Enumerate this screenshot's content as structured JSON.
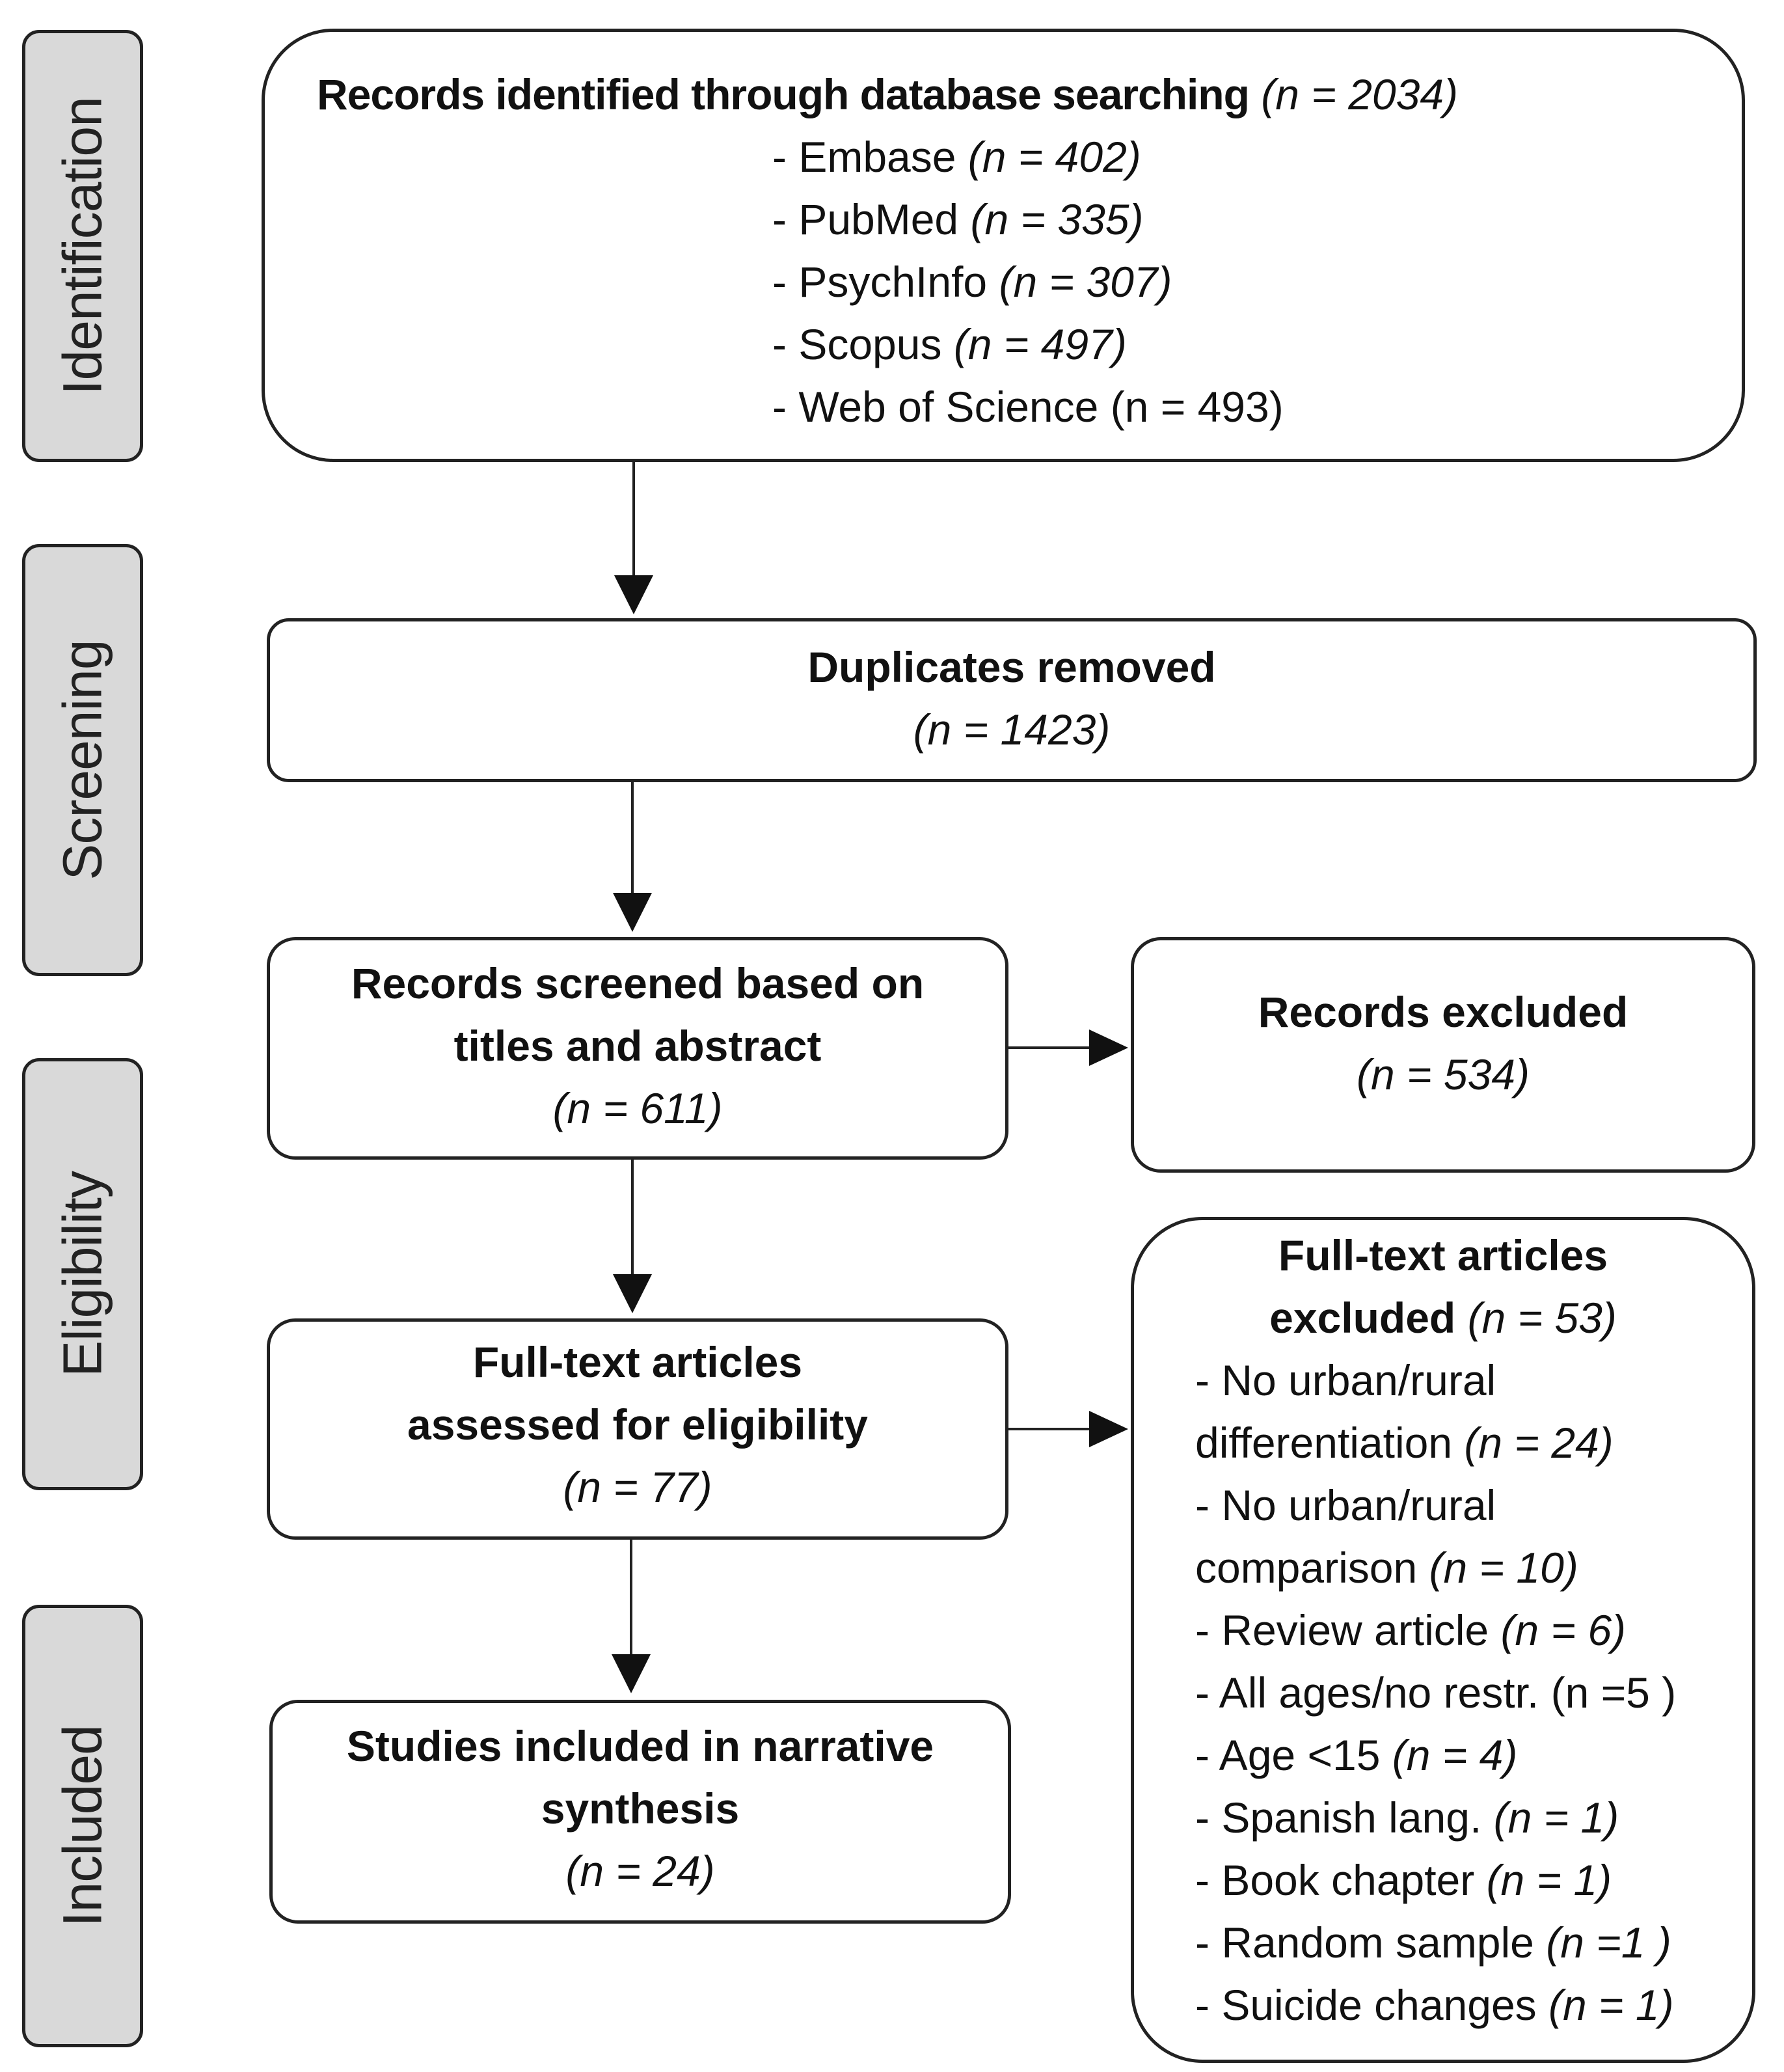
{
  "phases": {
    "identification": "Identification",
    "screening": "Screening",
    "eligibility": "Eligibility",
    "included": "Included"
  },
  "identified": {
    "title": "Records identified through database searching",
    "count": "(n = 2034)",
    "sources": [
      {
        "label": "- Embase",
        "count": "(n = 402)"
      },
      {
        "label": "- PubMed",
        "count": "(n = 335)"
      },
      {
        "label": "- PsychInfo",
        "count": "(n = 307)"
      },
      {
        "label": "- Scopus",
        "count": "(n = 497)"
      },
      {
        "label": "- Web of Science",
        "count": "(n = 493)"
      }
    ]
  },
  "duplicates": {
    "title": "Duplicates removed",
    "count": "(n = 1423)"
  },
  "screened": {
    "title_line1": "Records screened based on",
    "title_line2": "titles and abstract",
    "count": "(n = 611)"
  },
  "records_excluded": {
    "title": "Records excluded",
    "count": "(n = 534)"
  },
  "fulltext": {
    "title_line1": "Full-text articles",
    "title_line2": "assessed for eligibility",
    "count": "(n = 77)"
  },
  "fulltext_excluded": {
    "title_line1": "Full-text articles",
    "title_line2": "excluded",
    "count": "(n = 53)",
    "reasons": [
      {
        "line1": "- No urban/rural",
        "line2": "differentiation",
        "count": "(n = 24)"
      },
      {
        "line1": "- No urban/rural",
        "line2": "comparison",
        "count": "(n = 10)"
      },
      {
        "label": "- Review article",
        "count": "(n = 6)"
      },
      {
        "label": "- All ages/no restr.",
        "count": "(n =5 )"
      },
      {
        "label": "- Age <15",
        "count": "(n = 4)"
      },
      {
        "label": "- Spanish lang.",
        "count": "(n = 1)"
      },
      {
        "label": "- Book chapter",
        "count": "(n = 1)"
      },
      {
        "label": "- Random sample",
        "count": "(n =1 )"
      },
      {
        "label": "- Suicide changes",
        "count": "(n = 1)"
      }
    ]
  },
  "included": {
    "title_line1": "Studies included in narrative",
    "title_line2": "synthesis",
    "count": "(n = 24)"
  }
}
